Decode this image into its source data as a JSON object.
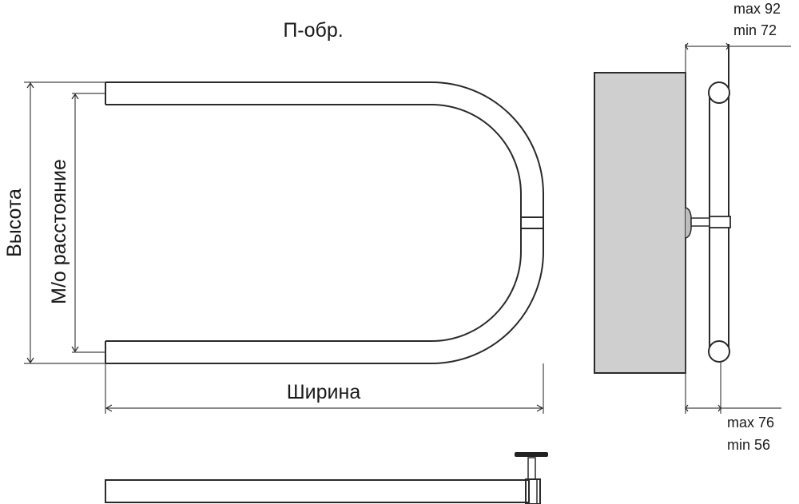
{
  "title": "П-обр.",
  "labels": {
    "height": "Высота",
    "center_distance": "М/о расстояние",
    "width": "Ширина"
  },
  "side_view": {
    "top_dim_max": "max 92",
    "top_dim_min": "min 72",
    "bottom_dim_max": "max 76",
    "bottom_dim_min": "min 56"
  },
  "colors": {
    "line": "#2a2a2a",
    "wall_fill": "#cfcfcf",
    "background": "#ffffff"
  }
}
